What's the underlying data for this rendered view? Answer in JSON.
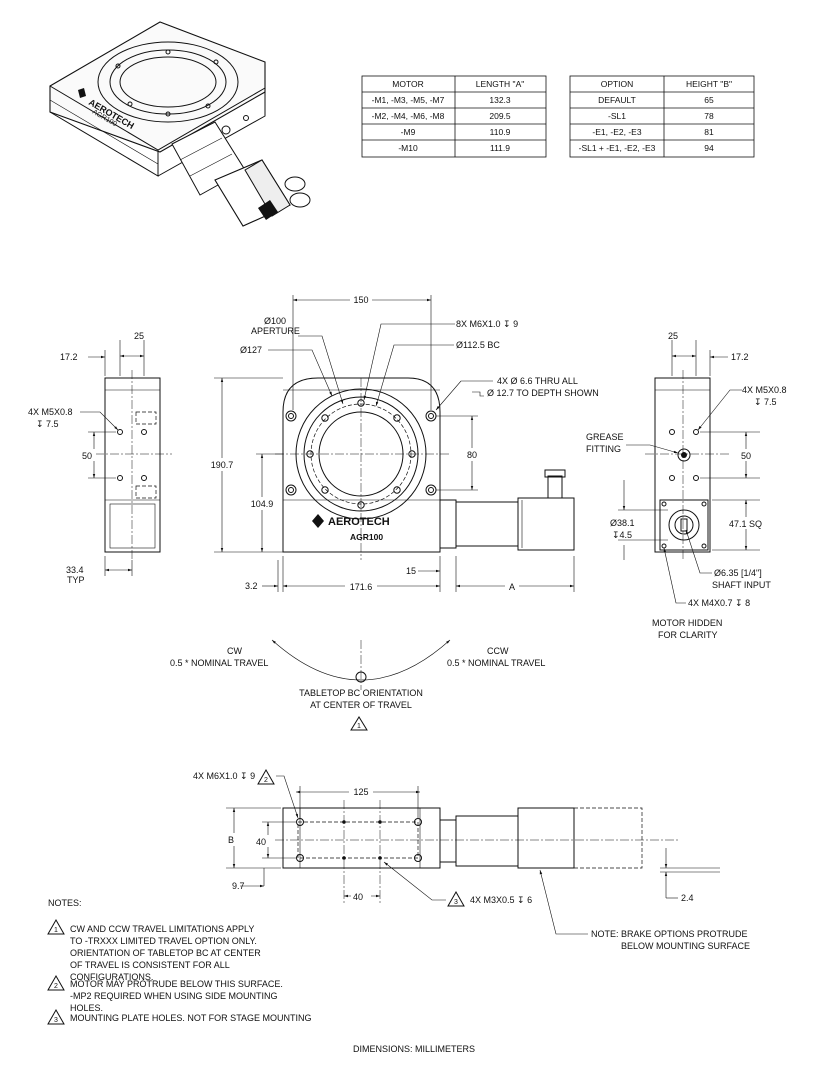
{
  "motor_table": {
    "header": [
      "MOTOR",
      "LENGTH \"A\""
    ],
    "rows": [
      [
        "-M1, -M3, -M5, -M7",
        "132.3"
      ],
      [
        "-M2, -M4, -M6, -M8",
        "209.5"
      ],
      [
        "-M9",
        "110.9"
      ],
      [
        "-M10",
        "111.9"
      ]
    ]
  },
  "option_table": {
    "header": [
      "OPTION",
      "HEIGHT \"B\""
    ],
    "rows": [
      [
        "DEFAULT",
        "65"
      ],
      [
        "-SL1",
        "78"
      ],
      [
        "-E1, -E2, -E3",
        "81"
      ],
      [
        "-SL1 + -E1, -E2, -E3",
        "94"
      ]
    ]
  },
  "iso": {
    "brand": "AEROTECH",
    "model": "AGR100"
  },
  "front": {
    "brand": "AEROTECH",
    "model": "AGR100",
    "dim_150": "150",
    "aperture_1": "Ø100",
    "aperture_2": "APERTURE",
    "d127": "Ø127",
    "tapped_holes": "8X M6X1.0 ↧ 9",
    "bc": "Ø112.5 BC",
    "thru_1": "4X Ø 6.6 THRU ALL",
    "thru_2": "Ø 12.7 TO DEPTH SHOWN",
    "dim_190_7": "190.7",
    "dim_104_9": "104.9",
    "dim_80": "80",
    "dim_3_2": "3.2",
    "dim_171_6": "171.6",
    "dim_15": "15",
    "dim_a": "A"
  },
  "left": {
    "dim_25": "25",
    "dim_17_2": "17.2",
    "m5_1": "4X M5X0.8",
    "m5_2": "↧ 7.5",
    "dim_50": "50",
    "dim_33_4": "33.4",
    "typ": "TYP"
  },
  "right": {
    "dim_25": "25",
    "dim_17_2": "17.2",
    "m5_1": "4X M5X0.8",
    "m5_2": "↧ 7.5",
    "grease_1": "GREASE",
    "grease_2": "FITTING",
    "dim_50": "50",
    "d38_1": "Ø38.1",
    "d38_2": "↧4.5",
    "sq": "47.1 SQ",
    "shaft_1": "Ø6.35 [1/4\"]",
    "shaft_2": "SHAFT INPUT",
    "m4": "4X M4X0.7 ↧ 8",
    "hidden_1": "MOTOR HIDDEN",
    "hidden_2": "FOR CLARITY"
  },
  "travel": {
    "cw_1": "CW",
    "cw_2": "0.5 * NOMINAL TRAVEL",
    "ccw_1": "CCW",
    "ccw_2": "0.5 * NOMINAL TRAVEL",
    "orient_1": "TABLETOP BC ORIENTATION",
    "orient_2": "AT CENTER OF TRAVEL",
    "flag": "1"
  },
  "bottom": {
    "holes": "4X M6X1.0 ↧ 9",
    "flag2": "2",
    "dim_125": "125",
    "dim_b": "B",
    "dim_40v": "40",
    "dim_9_7": "9.7",
    "dim_40h": "40",
    "flag3": "3",
    "m3": "4X M3X0.5 ↧ 6",
    "dim_2_4": "2.4",
    "brake_1": "NOTE: BRAKE OPTIONS PROTRUDE",
    "brake_2": "BELOW MOUNTING SURFACE"
  },
  "notes": {
    "title": "NOTES:",
    "n1": [
      "CW AND CCW TRAVEL LIMITATIONS APPLY",
      "TO -TRXXX LIMITED TRAVEL OPTION ONLY.",
      "ORIENTATION OF TABLETOP BC AT CENTER",
      "OF TRAVEL IS CONSISTENT FOR ALL",
      "CONFIGURATIONS."
    ],
    "n2": [
      "MOTOR MAY PROTRUDE BELOW THIS SURFACE.",
      "-MP2 REQUIRED WHEN USING SIDE MOUNTING",
      "HOLES."
    ],
    "n3": [
      "MOUNTING PLATE HOLES. NOT FOR STAGE MOUNTING"
    ],
    "f1": "1",
    "f2": "2",
    "f3": "3"
  },
  "footer": "DIMENSIONS:  MILLIMETERS"
}
